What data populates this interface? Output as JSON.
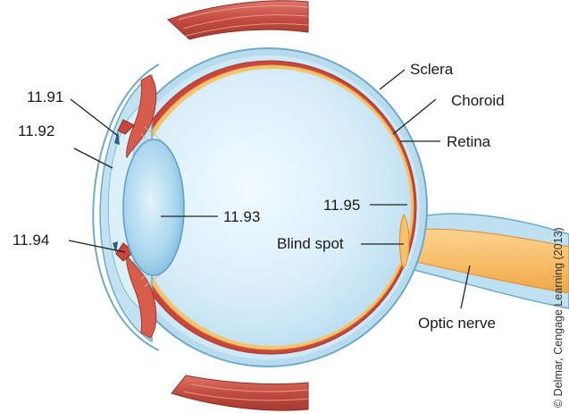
{
  "labels": {
    "sclera": "Sclera",
    "choroid": "Choroid",
    "retina": "Retina",
    "n1191": "11.91",
    "n1192": "11.92",
    "n1193": "11.93",
    "n1194": "11.94",
    "n1195": "11.95",
    "blind_spot": "Blind spot",
    "optic_nerve": "Optic nerve"
  },
  "credit": "© Delmar, Cengage Learning (2013)",
  "colors": {
    "sclera_outer": "#8ec3dc",
    "sclera_fill": "#c7e4f2",
    "choroid": "#c9463d",
    "retina": "#f3c46f",
    "vitreous": "#d8eefa",
    "lens": "#9fd0ec",
    "optic_nerve": "#f6b45a",
    "muscle": "#c8513f",
    "leader_line": "#222222"
  }
}
